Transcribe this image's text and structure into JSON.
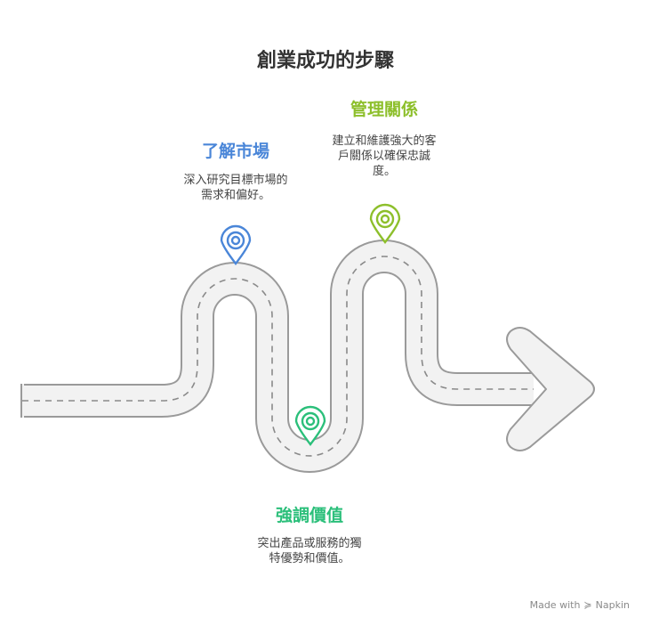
{
  "title": "創業成功的步驟",
  "steps": [
    {
      "title": "了解市場",
      "desc_lines": [
        "深入研究目標市場的",
        "需求和偏好。"
      ],
      "color": "#4a86d8",
      "icon": "target-pin-icon"
    },
    {
      "title": "強調價值",
      "desc_lines": [
        "突出產品或服務的獨",
        "特優勢和價值。"
      ],
      "color": "#2bbf7a",
      "icon": "target-pin-icon"
    },
    {
      "title": "管理關係",
      "desc_lines": [
        "建立和維護強大的客",
        "戶關係以確保忠誠",
        "度。"
      ],
      "color": "#8dbf2b",
      "icon": "target-pin-icon"
    }
  ],
  "footer": {
    "made_with": "Made with",
    "brand": "Napkin",
    "icon": "napkin-icon"
  },
  "colors": {
    "road_fill": "#f2f2f2",
    "road_stroke": "#9a9a9a",
    "dash": "#8a8a8a"
  }
}
